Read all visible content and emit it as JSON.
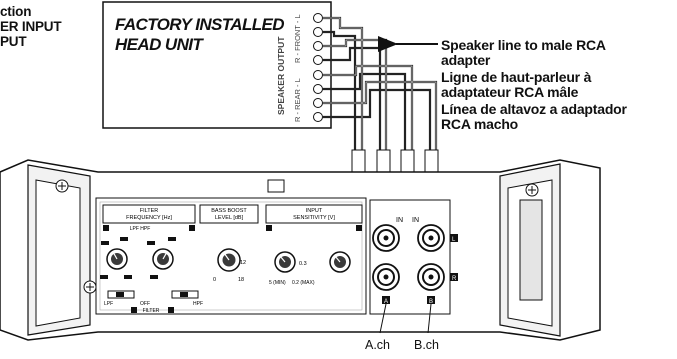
{
  "heading": {
    "line1": "ction",
    "line2": "ER INPUT",
    "line3": "PUT"
  },
  "head_unit": {
    "title_line1": "FACTORY INSTALLED",
    "title_line2": "HEAD UNIT",
    "speaker_output": "SPEAKER OUTPUT",
    "rear_label": "R - REAR - L",
    "front_label": "R - FRONT - L"
  },
  "captions": {
    "english_line1": "Speaker line to male RCA",
    "english_line2": "adapter",
    "french_line1": "Ligne de haut-parleur à",
    "french_line2": "adaptateur RCA mâle",
    "spanish_line1": "Línea de altavoz a adaptador",
    "spanish_line2": "RCA macho"
  },
  "amplifier": {
    "filter_title_line1": "FILTER",
    "filter_title_line2": "FREQUENCY [Hz]",
    "filter_mode": "LPF HPF",
    "bass_title_line1": "BASS BOOST",
    "bass_title_line2": "LEVEL [dB]",
    "input_title_line1": "INPUT",
    "input_title_line2": "SENSITIVITY [V]",
    "channel_a_tag": "A",
    "channel_b_tag": "B",
    "filter_footer": "FILTER",
    "switch_lpf": "LPF",
    "switch_off": "OFF",
    "switch_hpf": "HPF",
    "in_label": "IN",
    "jack_l": "L",
    "jack_r": "R",
    "sens_max": "0.2 (MAX)",
    "sens_min": "5 (MIN)",
    "sens_mid": "0.3",
    "bass_0": "0",
    "bass_12": "12",
    "bass_18": "18"
  },
  "channels": {
    "a": "A.ch",
    "b": "B.ch"
  },
  "colors": {
    "line": "#1a1a1a",
    "panel": "#ffffff",
    "shade": "#d9d9d9",
    "dark": "#3a3a3a"
  }
}
